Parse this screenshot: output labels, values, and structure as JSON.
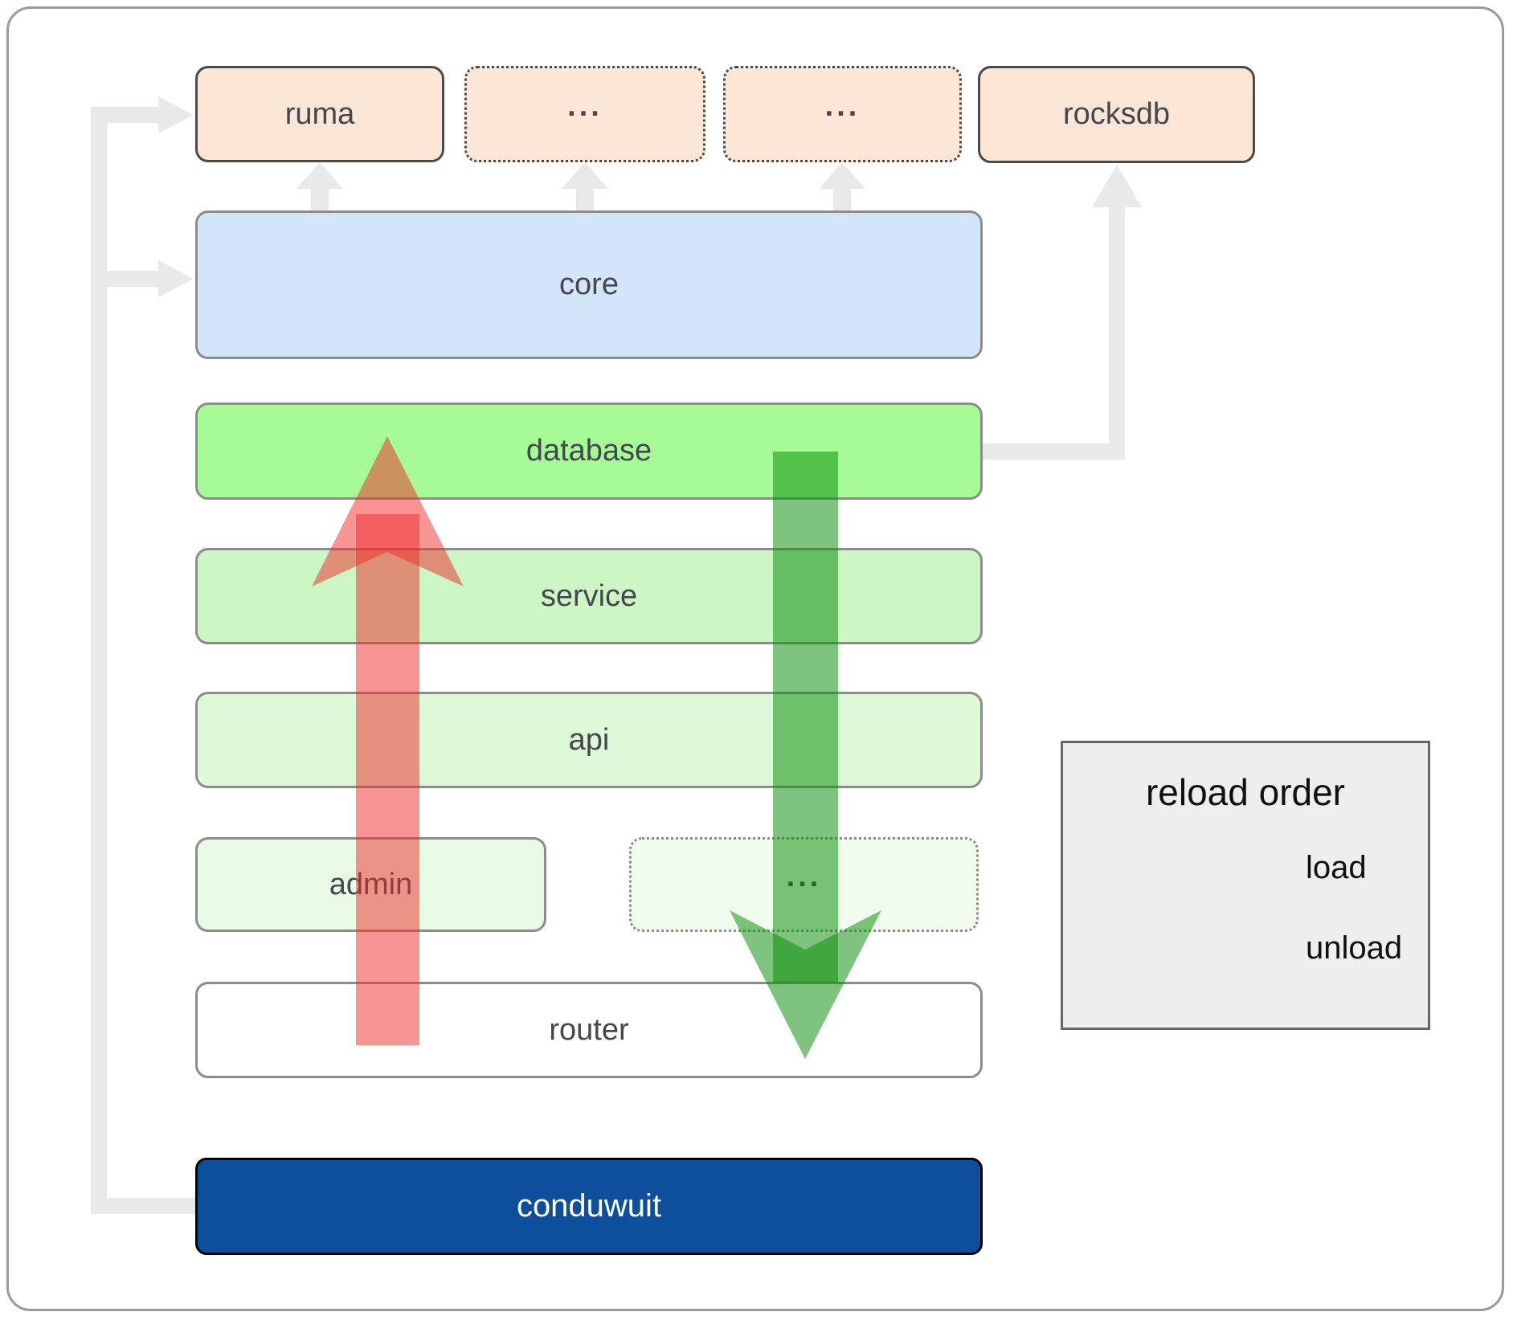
{
  "boxes": {
    "ruma": "ruma",
    "ellipsis_top_1": "...",
    "ellipsis_top_2": "...",
    "rocksdb": "rocksdb",
    "core": "core",
    "database": "database",
    "service": "service",
    "api": "api",
    "admin": "admin",
    "ellipsis_admin": "...",
    "router": "router",
    "conduwuit": "conduwuit"
  },
  "legend": {
    "title": "reload order",
    "load_label": "load",
    "unload_label": "unload"
  },
  "colors": {
    "peach": "#fce6d5",
    "border-dark": "#4a4a4a",
    "border-gray": "#8c8c8c",
    "blue": "#d3e5f8",
    "green-db": "#a6fb97",
    "green-service": "#cdf6c5",
    "green-api": "#def9d7",
    "green-admin": "#e9fbe4",
    "green-admin2": "#f0fcec",
    "navy": "#0e4f9b",
    "frame": "#9a9a9a",
    "line": "#e9e9e9",
    "label": "#44484e",
    "red-arrow": "#ef2929",
    "green-arrow": "#078c07",
    "legend-bg": "#eeeeee",
    "legend-border": "#666666"
  }
}
